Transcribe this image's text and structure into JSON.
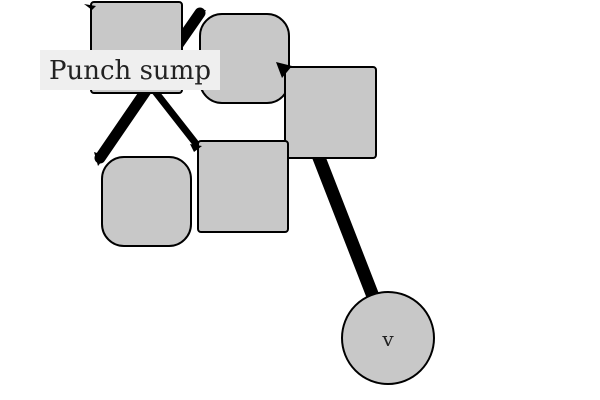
{
  "diagram": {
    "caption": "Punch sump",
    "node_label_v": "v",
    "node_fill": "#c8c8c8",
    "stroke_color": "#000000",
    "caption_bg": "#efefef",
    "node_count": 6,
    "edge_count": 3
  }
}
